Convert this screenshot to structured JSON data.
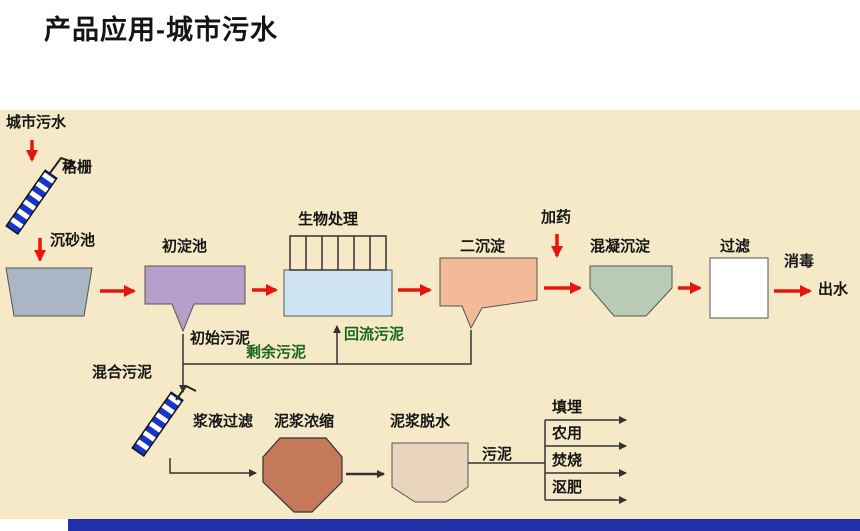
{
  "page": {
    "title": "产品应用-城市污水"
  },
  "diagram": {
    "labels": {
      "urban_sewage": "城市污水",
      "bar_screen": "格栅",
      "grit_chamber": "沉砂池",
      "primary_tank": "初淀池",
      "bio_treatment": "生物处理",
      "secondary_tank": "二沉淀",
      "dosing": "加药",
      "coagulation": "混凝沉淀",
      "filtration": "过滤",
      "disinfection": "消毒",
      "effluent": "出水",
      "initial_sludge": "初始污泥",
      "return_sludge": "回流污泥",
      "excess_sludge": "剩余污泥",
      "mixed_sludge": "混合污泥",
      "slurry_filtration": "浆液过滤",
      "sludge_thickening": "泥浆浓缩",
      "sludge_dewatering": "泥浆脱水",
      "sludge": "污泥",
      "landfill": "填埋",
      "agricultural_use": "农用",
      "incineration": "焚烧",
      "composting": "沤肥"
    },
    "colors": {
      "panel_bg": "#f6e9c8",
      "arrow_red": "#e8150d",
      "line_dark": "#333333",
      "grit_tank": "#a9b6c5",
      "primary_tank": "#b79fcb",
      "bio_tank_water": "#cfe4f2",
      "secondary_tank": "#f2ba97",
      "coagulation_tank": "#b9cbb2",
      "filter_box": "#ffffff",
      "thickener_tank": "#c3795a",
      "dewatering_tank": "#e9d4bd",
      "screen_blue": "#1536c8",
      "footer_bar": "#2130a8",
      "sludge_green_text": "#1a661a",
      "label_dark": "#151515"
    }
  }
}
